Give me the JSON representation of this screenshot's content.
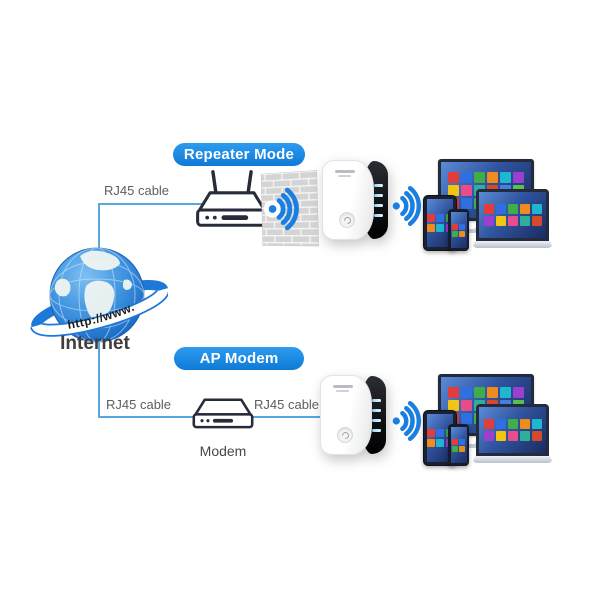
{
  "title_badges": {
    "repeater": "Repeater Mode",
    "ap": "AP Modem"
  },
  "labels": {
    "internet": "Internet",
    "globe_banner": "http://www.",
    "rj45_top": "RJ45 cable",
    "rj45_bottom_left": "RJ45 cable",
    "rj45_bottom_right": "RJ45 cable",
    "modem": "Modem"
  },
  "colors": {
    "badge_blue_light": "#2d9bf0",
    "badge_blue_dark": "#0e7ad6",
    "cable_blue": "#58a7dd",
    "wifi_blue": "#1a7fe0",
    "label_gray": "#5b5e63",
    "device_outline": "#262c3a",
    "led_blue": "#8fd0f7",
    "globe_blue": "#2f7fd6",
    "tile_colors": [
      "#e23c3c",
      "#2f6fe0",
      "#3fae49",
      "#f08c1e",
      "#1fb6cf",
      "#9b3fd1",
      "#f2c513",
      "#e84c8b",
      "#2fae9b",
      "#d44a2a",
      "#4a7de0",
      "#58c24e"
    ]
  }
}
